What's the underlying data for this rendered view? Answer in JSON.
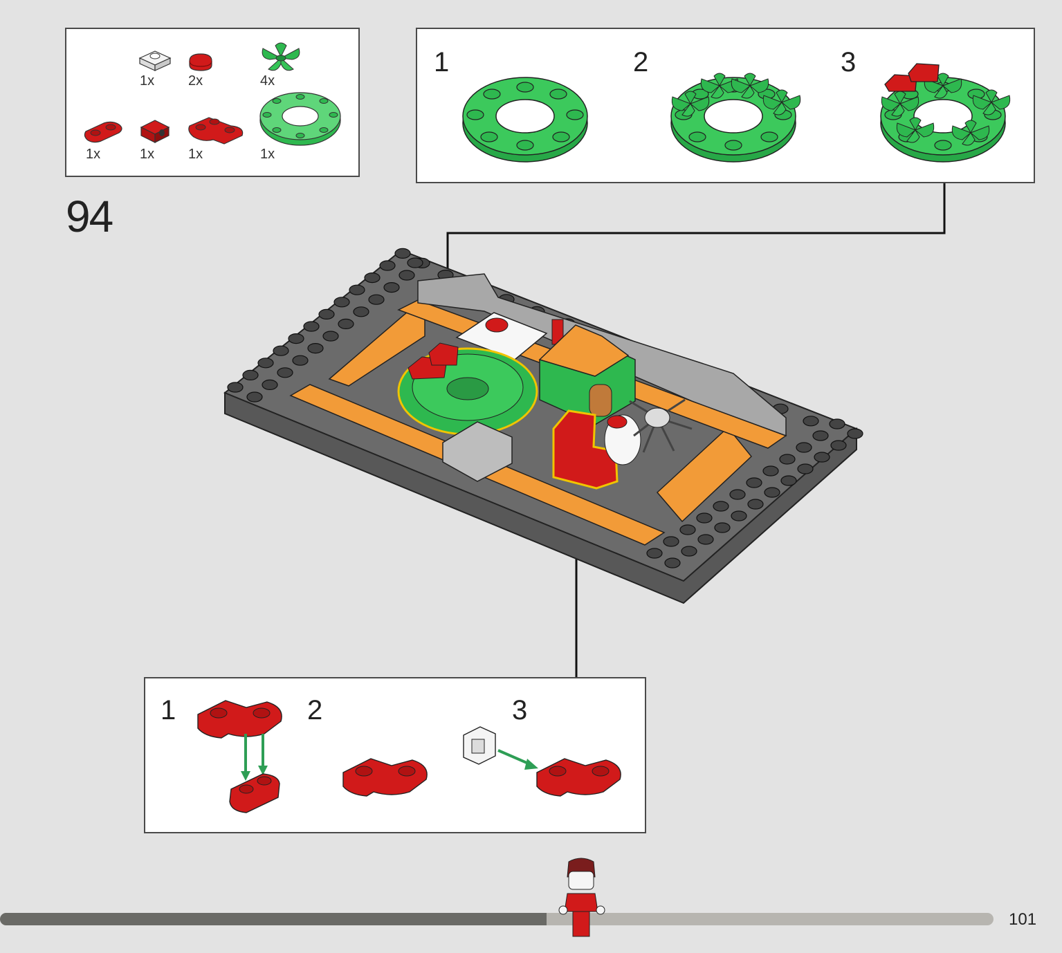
{
  "step_number": "94",
  "page_number": "101",
  "parts_list": [
    {
      "part": "white-plate-1x1",
      "quantity": "1x"
    },
    {
      "part": "red-tile-round-1x1",
      "quantity": "2x"
    },
    {
      "part": "green-leaf-plant",
      "quantity": "4x"
    },
    {
      "part": "red-plate-1x2-round-ends",
      "quantity": "1x"
    },
    {
      "part": "red-bracket-1x1",
      "quantity": "1x"
    },
    {
      "part": "red-plate-2x2-corner-round",
      "quantity": "1x"
    },
    {
      "part": "green-round-ring-plate",
      "quantity": "1x"
    }
  ],
  "wreath_submodel": {
    "steps": [
      "1",
      "2",
      "3"
    ]
  },
  "stocking_submodel": {
    "steps": [
      "1",
      "2",
      "3"
    ]
  },
  "progress": {
    "fraction": 0.55
  },
  "colors": {
    "page_background": "#e3e3e3",
    "red": "#d11a1a",
    "green": "#2eb84f",
    "orange": "#f29b38",
    "dark_gray": "#4a4a4a",
    "light_gray": "#a8a8a8",
    "progress_done": "#6a6a66",
    "progress_todo": "#b7b5b0",
    "highlight_outline": "#f0c400"
  }
}
